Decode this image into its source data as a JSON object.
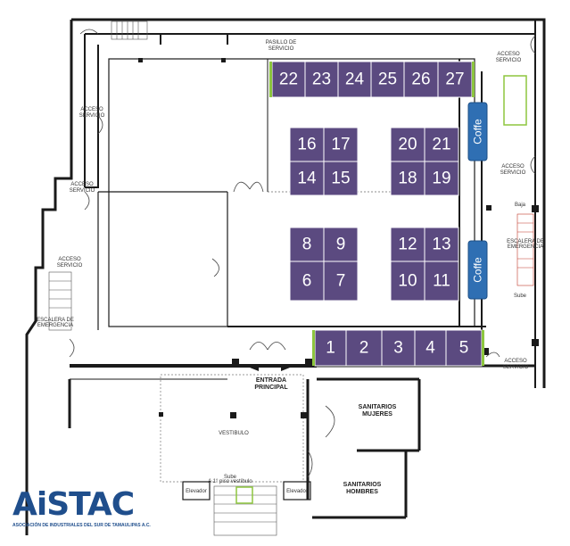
{
  "labels": {
    "pasillo": "PASILLO DE",
    "pasillo2": "SERVICIO",
    "acceso": "ACCESO",
    "servicio": "SERVICIO",
    "escalera": "ESCALERA DE",
    "emergencia": "EMERGENCIA",
    "baja": "Baja",
    "sube": "Sube",
    "entrada1": "ENTRADA",
    "entrada2": "PRINCIPAL",
    "vestibulo": "VESTIBULO",
    "sanit_m1": "SANITARIOS",
    "sanit_m2": "MUJERES",
    "sanit_h1": "SANITARIOS",
    "sanit_h2": "HOMBRES",
    "elevador": "Elevador",
    "sube_nivel": "Sube",
    "nivel": "A 1° piso vestíbulo"
  },
  "booths": [
    {
      "id": "22"
    },
    {
      "id": "23"
    },
    {
      "id": "24"
    },
    {
      "id": "25"
    },
    {
      "id": "26"
    },
    {
      "id": "27"
    },
    {
      "id": "16"
    },
    {
      "id": "17"
    },
    {
      "id": "14"
    },
    {
      "id": "15"
    },
    {
      "id": "20"
    },
    {
      "id": "21"
    },
    {
      "id": "18"
    },
    {
      "id": "19"
    },
    {
      "id": "8"
    },
    {
      "id": "9"
    },
    {
      "id": "6"
    },
    {
      "id": "7"
    },
    {
      "id": "12"
    },
    {
      "id": "13"
    },
    {
      "id": "10"
    },
    {
      "id": "11"
    },
    {
      "id": "1"
    },
    {
      "id": "2"
    },
    {
      "id": "3"
    },
    {
      "id": "4"
    },
    {
      "id": "5"
    }
  ],
  "coffee": [
    "Coffe",
    "Coffe"
  ],
  "logo": {
    "word": "AiSTAC",
    "subtitle": "ASOCIACIÓN DE INDUSTRIALES DEL SUR DE TAMAULIPAS A.C."
  },
  "colors": {
    "booth": "#5b4a80",
    "coffee": "#2f6fb3",
    "accent": "#8dc63f",
    "wall": "#1a1a1a",
    "logo": "#1f4e8c"
  }
}
